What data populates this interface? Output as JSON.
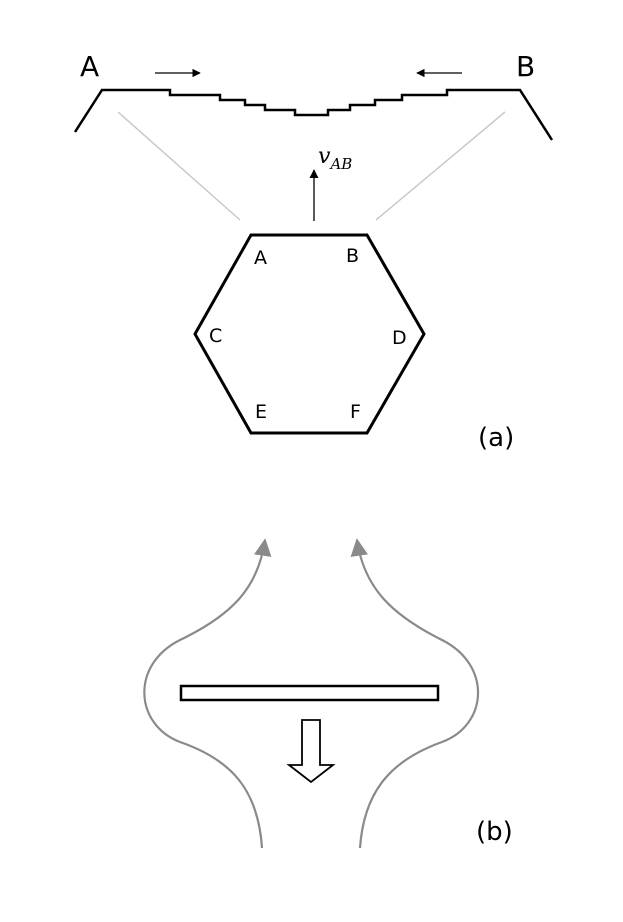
{
  "panel_a": {
    "step_profile": {
      "left_end_label": "A",
      "right_end_label": "B"
    },
    "velocity_label": {
      "symbol": "v",
      "subscript": "AB"
    },
    "hexagon_corner_labels": {
      "top_left": "A",
      "top_right": "B",
      "mid_left": "C",
      "mid_right": "D",
      "bottom_left": "E",
      "bottom_right": "F"
    },
    "panel_label": "(a)"
  },
  "panel_b": {
    "panel_label": "(b)"
  },
  "colors": {
    "ink": "#000000",
    "guide_lines": "#c8c8c8",
    "flow_lines": "#8a8a8a"
  }
}
